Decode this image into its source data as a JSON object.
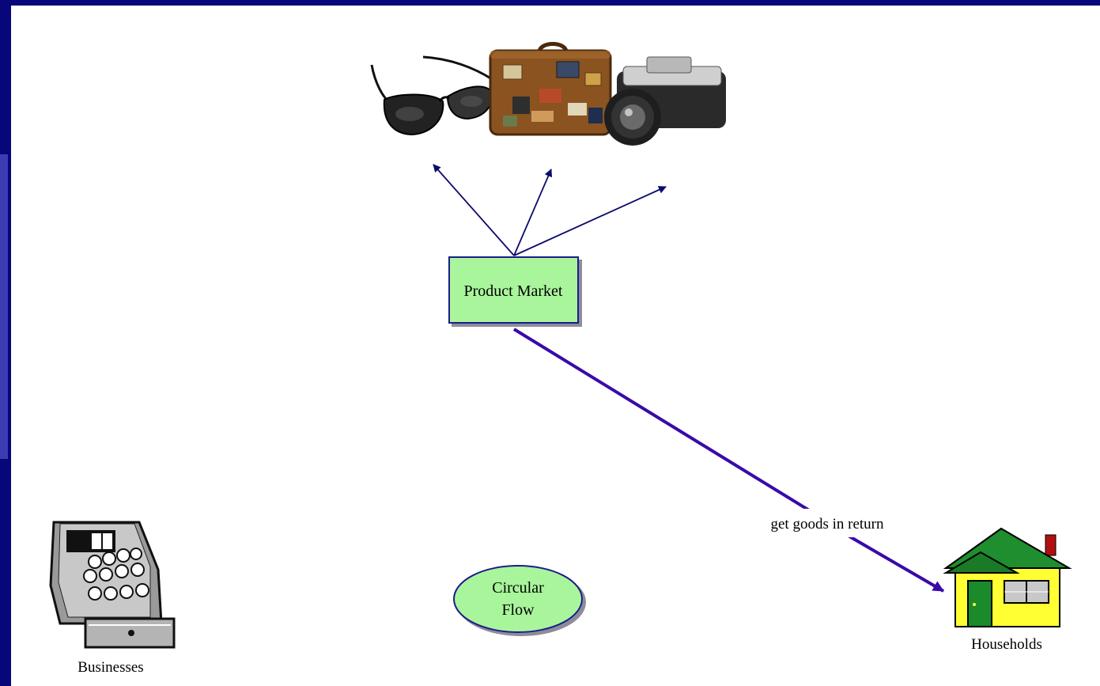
{
  "diagram": {
    "center_label": [
      "Circular",
      "Flow"
    ],
    "product_market_label": "Product Market",
    "edge_label": "get goods in return",
    "businesses_label": "Businesses",
    "households_label": "Households"
  },
  "colors": {
    "frame": "#07077a",
    "node_fill": "#a9f59b",
    "node_stroke": "#1a1a8c",
    "arrow_thin": "#0b0b6e",
    "arrow_thick": "#3a0aa8"
  },
  "icons": [
    "sunglasses-icon",
    "suitcase-icon",
    "camera-icon",
    "cash-register-icon",
    "house-icon"
  ]
}
